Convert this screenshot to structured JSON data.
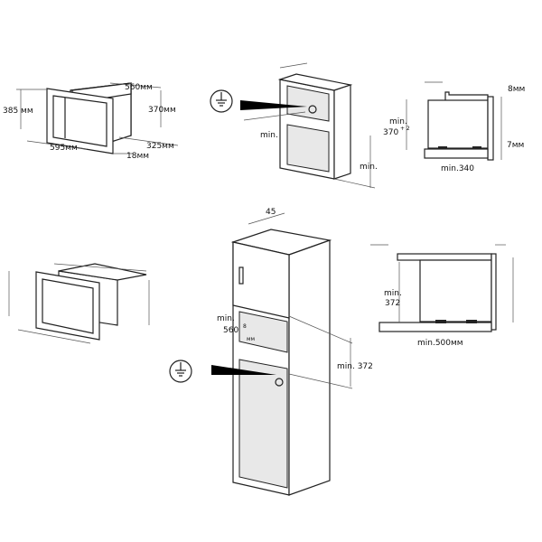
{
  "panel_a": {
    "height": "385 мм",
    "depth": "560мм",
    "inner_height": "370мм",
    "width": "595мм",
    "inner_depth": "325мм",
    "frame": "18мм"
  },
  "panel_b": {
    "min_left": "min.",
    "min_right": "min."
  },
  "panel_c": {
    "gap_top": "8мм",
    "min_label": "min.",
    "min_value": "370",
    "min_tol": "+ 2",
    "gap_bottom": "7мм",
    "min_depth": "min.340"
  },
  "panel_d": {
    "top_dim": "45",
    "min_label": "min.",
    "min_width": "560",
    "min_width_tol": "8",
    "min_width_unit": "мм",
    "min_height": "min. 372"
  },
  "panel_e": {
    "min_label": "min.",
    "min_value": "372",
    "min_depth": "min.500мм"
  }
}
